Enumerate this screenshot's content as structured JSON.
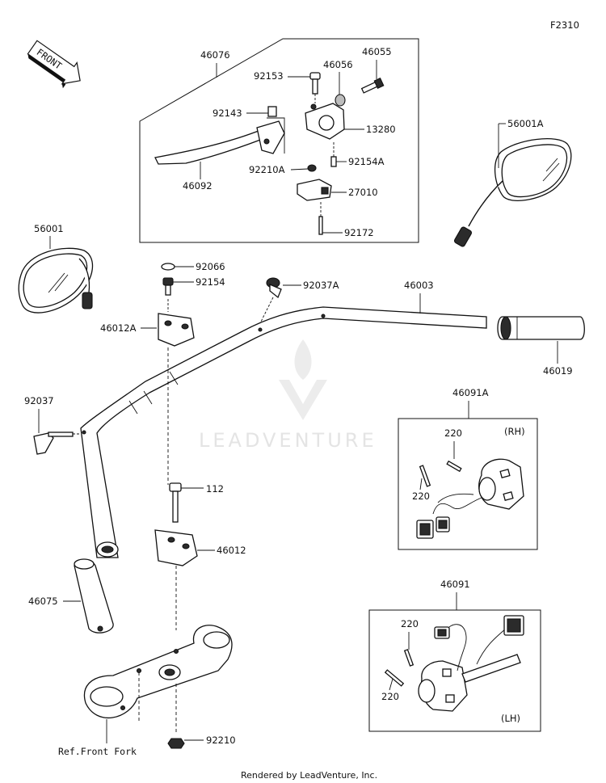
{
  "figure_code": "F2310",
  "front_label": "FRONT",
  "watermark": "LEADVENTURE",
  "footer": "Rendered by LeadVenture, Inc.",
  "ref_label": "Ref.Front Fork",
  "lever_group": {
    "box_label": "46076",
    "parts": [
      "92153",
      "46056",
      "46055",
      "92143",
      "13280",
      "46092",
      "92210A",
      "92154A",
      "27010",
      "92172"
    ]
  },
  "mirrors": {
    "right": "56001A",
    "left": "56001"
  },
  "bar_parts": [
    "92066",
    "92154",
    "46012A",
    "92037A",
    "46003",
    "46019",
    "92037",
    "112",
    "46012",
    "46075",
    "92210"
  ],
  "switch_rh": {
    "box_label": "46091A",
    "side": "(RH)",
    "screws": [
      "220",
      "220"
    ]
  },
  "switch_lh": {
    "box_label": "46091",
    "side": "(LH)",
    "screws": [
      "220",
      "220"
    ]
  }
}
